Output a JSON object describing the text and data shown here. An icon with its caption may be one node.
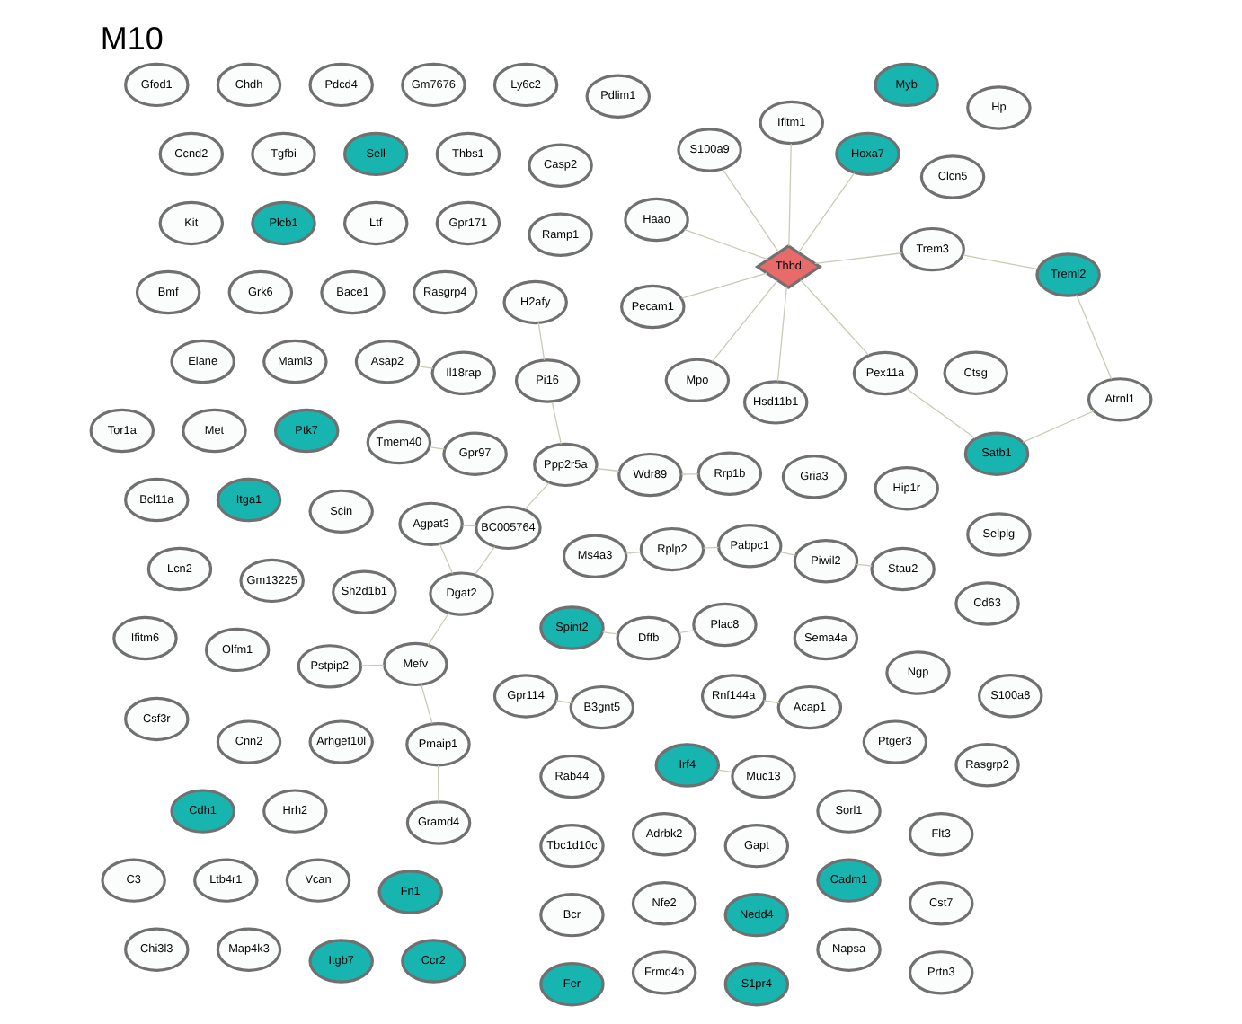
{
  "diagram": {
    "title": "M10",
    "nodes": [
      {
        "text": [
          "Sh2d1b1"
        ]
      },
      {
        "text": [
          "Scin"
        ]
      },
      {
        "text": [
          "Arhgef10l"
        ]
      },
      {
        "text": [
          "Rab44"
        ]
      },
      {
        "text": [
          "Gria3"
        ]
      },
      {
        "text": [
          "Rasgrp4"
        ]
      },
      {
        "text": [
          "Rnf144a"
        ]
      },
      {
        "text": [
          "Bace1"
        ]
      },
      {
        "text": [
          "Sema4a"
        ]
      },
      {
        "text": [
          "Ptk7"
        ]
      },
      {
        "text": [
          "Sorl1"
        ]
      },
      {
        "text": [
          "Maml3"
        ]
      },
      {
        "text": [
          "Hrh2"
        ]
      },
      {
        "text": [
          "Adrbk2"
        ]
      },
      {
        "text": [
          "Ramp1"
        ]
      },
      {
        "text": [
          "Gm13225"
        ]
      },
      {
        "text": [
          "Tbc1d10c"
        ]
      },
      {
        "text": [
          "Gapt"
        ]
      },
      {
        "text": [
          "Tmem40"
        ]
      },
      {
        "text": [
          "Gpr171"
        ]
      },
      {
        "text": [
          "Acap1"
        ]
      },
      {
        "text": [
          "Ltf"
        ]
      },
      {
        "text": [
          "Gpr114"
        ]
      },
      {
        "text": [
          "Plcb1"
        ]
      },
      {
        "text": [
          "Grk6"
        ]
      },
      {
        "text": [
          "Ptger3"
        ]
      },
      {
        "text": [
          "Itga1"
        ]
      },
      {
        "text": [
          "Gpr97"
        ]
      },
      {
        "text": [
          "Cnn2"
        ]
      },
      {
        "text": [
          "Hip1r"
        ]
      },
      {
        "text": [
          "Olfm1"
        ]
      },
      {
        "text": [
          "Cadm1"
        ]
      },
      {
        "text": [
          "Ngp"
        ]
      },
      {
        "text": [
          "Asap2"
        ]
      },
      {
        "text": [
          "Ltb4r1"
        ]
      },
      {
        "text": [
          "Vcan"
        ]
      },
      {
        "text": [
          "Il18rap"
        ]
      },
      {
        "text": [
          "Met"
        ]
      },
      {
        "text": [
          "Fn1"
        ]
      },
      {
        "text": [
          "Nfe2"
        ]
      },
      {
        "text": [
          "Cst7"
        ]
      },
      {
        "text": [
          "Irf4"
        ]
      },
      {
        "text": [
          "Spint2"
        ]
      },
      {
        "text": [
          "B3gnt5"
        ]
      },
      {
        "text": [
          "Ppp2r5a"
        ]
      },
      {
        "text": [
          "Flt3"
        ]
      },
      {
        "text": [
          "Casp2"
        ]
      },
      {
        "text": [
          "Elane"
        ]
      },
      {
        "text": [
          "Cdh1"
        ]
      },
      {
        "text": [
          "Bcr"
        ]
      },
      {
        "text": [
          "Muc13"
        ]
      },
      {
        "text": [
          "Wdr89"
        ]
      },
      {
        "text": [
          "Nedd4"
        ]
      },
      {
        "text": [
          "Plac8"
        ]
      },
      {
        "text": [
          "Dffb"
        ]
      },
      {
        "text": [
          "Clcn5"
        ]
      },
      {
        "text": [
          "Thbs1"
        ]
      },
      {
        "text": [
          "Sell"
        ]
      },
      {
        "text": [
          "Tgfbi"
        ]
      },
      {
        "text": [
          "Ccnd2"
        ]
      },
      {
        "text": [
          "Satb1"
        ]
      },
      {
        "text": [
          "Rrp1b"
        ]
      },
      {
        "text": [
          "Pi16"
        ]
      },
      {
        "text": [
          "Kit"
        ]
      },
      {
        "text": [
          "Lcn2"
        ]
      },
      {
        "text": [
          "Ctsg"
        ]
      },
      {
        "text": [
          "Bmf"
        ]
      },
      {
        "text": [
          "Napsa"
        ]
      },
      {
        "text": [
          "Rasgrp2"
        ]
      },
      {
        "text": [
          "Cd63"
        ]
      },
      {
        "text": [
          "Bcl11a"
        ]
      },
      {
        "text": [
          "Csf3r"
        ]
      },
      {
        "text": [
          "Chi3l3"
        ]
      },
      {
        "text": [
          "Pex11a"
        ]
      },
      {
        "text": [
          "H2afy"
        ]
      },
      {
        "text": [
          "Map4k3"
        ]
      },
      {
        "text": [
          "Selplg"
        ]
      },
      {
        "text": [
          "Hp"
        ]
      },
      {
        "text": [
          "Ifitm6"
        ]
      },
      {
        "text": [
          "Itgb7"
        ]
      },
      {
        "text": [
          "BC005764"
        ]
      },
      {
        "text": [
          "Ccr2"
        ]
      },
      {
        "text": [
          "Frmd4b"
        ]
      },
      {
        "text": [
          "Prtn3"
        ]
      },
      {
        "text": [
          "S100a8"
        ]
      },
      {
        "text": [
          "Pdlim1"
        ]
      },
      {
        "text": [
          "C3"
        ]
      },
      {
        "text": [
          "Fer"
        ]
      },
      {
        "text": [
          "Mpo"
        ]
      },
      {
        "text": [
          "Ifitm1"
        ]
      },
      {
        "text": [
          "Agpat3"
        ]
      },
      {
        "text": [
          "Dgat2"
        ]
      },
      {
        "text": [
          "S1pr4"
        ]
      },
      {
        "text": [
          "Ms4a3"
        ]
      },
      {
        "text": [
          "Myb"
        ]
      },
      {
        "text": [
          "Hoxa7"
        ]
      },
      {
        "text": [
          "S100a9"
        ]
      },
      {
        "text": [
          "Pstpip2"
        ]
      },
      {
        "text": [
          "Pmaip1"
        ]
      },
      {
        "text": [
          "Pecam1"
        ]
      },
      {
        "text": [
          "Trem3"
        ]
      },
      {
        "text": [
          "Mefv"
        ]
      },
      {
        "text": [
          "Stau2"
        ]
      },
      {
        "text": [
          "Ly6c2"
        ]
      },
      {
        "text": [
          "Thbd"
        ]
      },
      {
        "text": [
          "Atrnl1"
        ]
      },
      {
        "text": [
          "Gramd4"
        ]
      },
      {
        "text": [
          "Hsd11b1"
        ]
      },
      {
        "text": [
          "Haao"
        ]
      },
      {
        "text": [
          "Treml2"
        ]
      },
      {
        "text": [
          "Piwil2"
        ]
      },
      {
        "text": [
          "Gm7676"
        ]
      },
      {
        "text": [
          "Pdcd4"
        ]
      },
      {
        "text": [
          "Chdh"
        ]
      },
      {
        "text": [
          "Gfod1"
        ]
      },
      {
        "text": [
          "Tor1a"
        ]
      },
      {
        "text": [
          "Pabpc1"
        ]
      },
      {
        "text": [
          "Rplp2"
        ]
      }
    ],
    "edges": [
      {
        "from": 51,
        "to": 61,
        "arrow": "none"
      },
      {
        "from": 74,
        "to": 62,
        "arrow": "none"
      },
      {
        "from": 90,
        "to": 80,
        "arrow": "none"
      },
      {
        "from": 90,
        "to": 91,
        "arrow": "none"
      },
      {
        "from": 91,
        "to": 80,
        "arrow": "none"
      },
      {
        "from": 102,
        "to": 110,
        "arrow": "none"
      },
      {
        "from": 110,
        "to": 116,
        "arrow": "none"
      },
      {
        "from": 116,
        "to": 117,
        "arrow": "none"
      },
      {
        "from": 117,
        "to": 93,
        "arrow": "none"
      },
      {
        "from": 97,
        "to": 101,
        "arrow": "none"
      },
      {
        "from": 101,
        "to": 98,
        "arrow": "none"
      },
      {
        "from": 98,
        "to": 106,
        "arrow": "none"
      },
      {
        "from": 91,
        "to": 101,
        "arrow": "none"
      },
      {
        "from": 100,
        "to": 109,
        "arrow": "none"
      },
      {
        "from": 109,
        "to": 105,
        "arrow": "none"
      },
      {
        "from": 105,
        "to": 60,
        "arrow": "none"
      },
      {
        "from": 73,
        "to": 60,
        "arrow": "none"
      },
      {
        "from": 73,
        "to": 104,
        "arrow": "none"
      },
      {
        "from": 104,
        "to": 100,
        "arrow": "none"
      },
      {
        "from": 104,
        "to": 95,
        "arrow": "none"
      },
      {
        "from": 104,
        "to": 96,
        "arrow": "none"
      },
      {
        "from": 104,
        "to": 108,
        "arrow": "none"
      },
      {
        "from": 104,
        "to": 107,
        "arrow": "none"
      },
      {
        "from": 104,
        "to": 89,
        "arrow": "none"
      },
      {
        "from": 104,
        "to": 99,
        "arrow": "none"
      },
      {
        "from": 104,
        "to": 88,
        "arrow": "none"
      },
      {
        "from": 22,
        "to": 43,
        "arrow": "none"
      },
      {
        "from": 27,
        "to": 18,
        "arrow": "none"
      },
      {
        "from": 6,
        "to": 20,
        "arrow": "none"
      },
      {
        "from": 41,
        "to": 50,
        "arrow": "none"
      },
      {
        "from": 54,
        "to": 53,
        "arrow": "none"
      },
      {
        "from": 54,
        "to": 42,
        "arrow": "none"
      },
      {
        "from": 36,
        "to": 33,
        "arrow": "none"
      },
      {
        "from": 51,
        "to": 44,
        "arrow": "none"
      },
      {
        "from": 62,
        "to": 44,
        "arrow": "none"
      },
      {
        "from": 80,
        "to": 44,
        "arrow": "none"
      }
    ]
  }
}
